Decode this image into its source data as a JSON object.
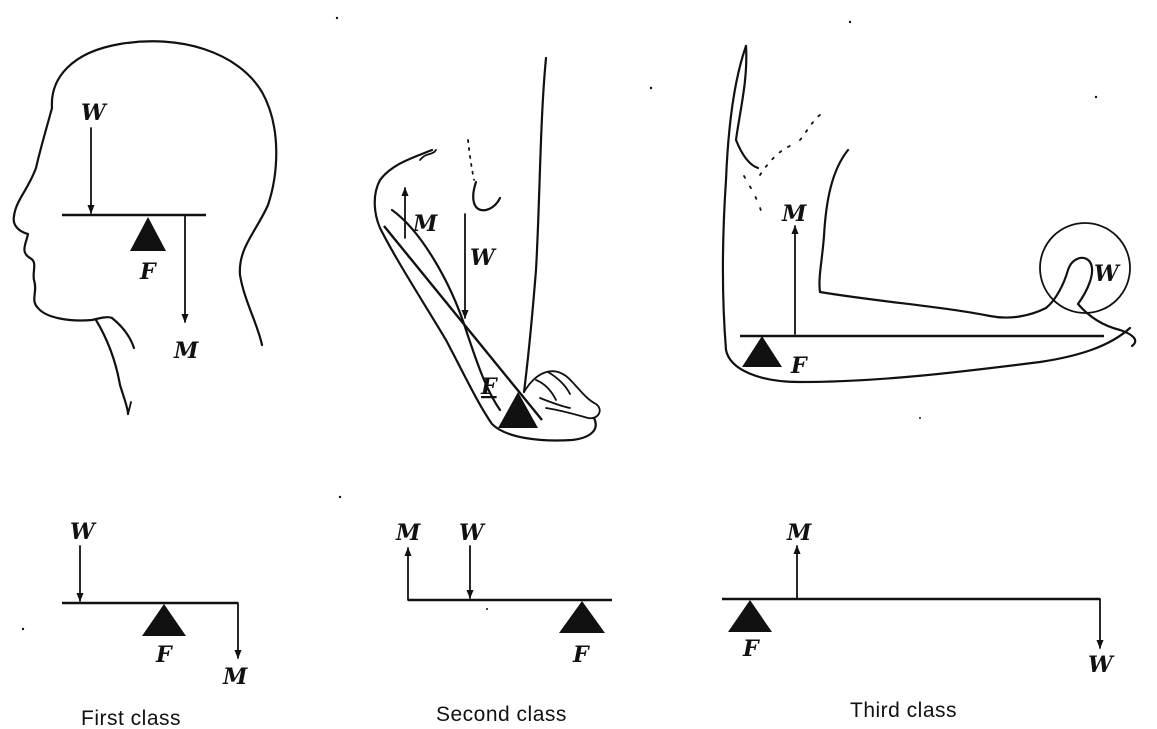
{
  "labels": {
    "weight": "W",
    "muscle": "M",
    "fulcrum": "F"
  },
  "captions": {
    "first": "First class",
    "second": "Second class",
    "third": "Third class"
  }
}
